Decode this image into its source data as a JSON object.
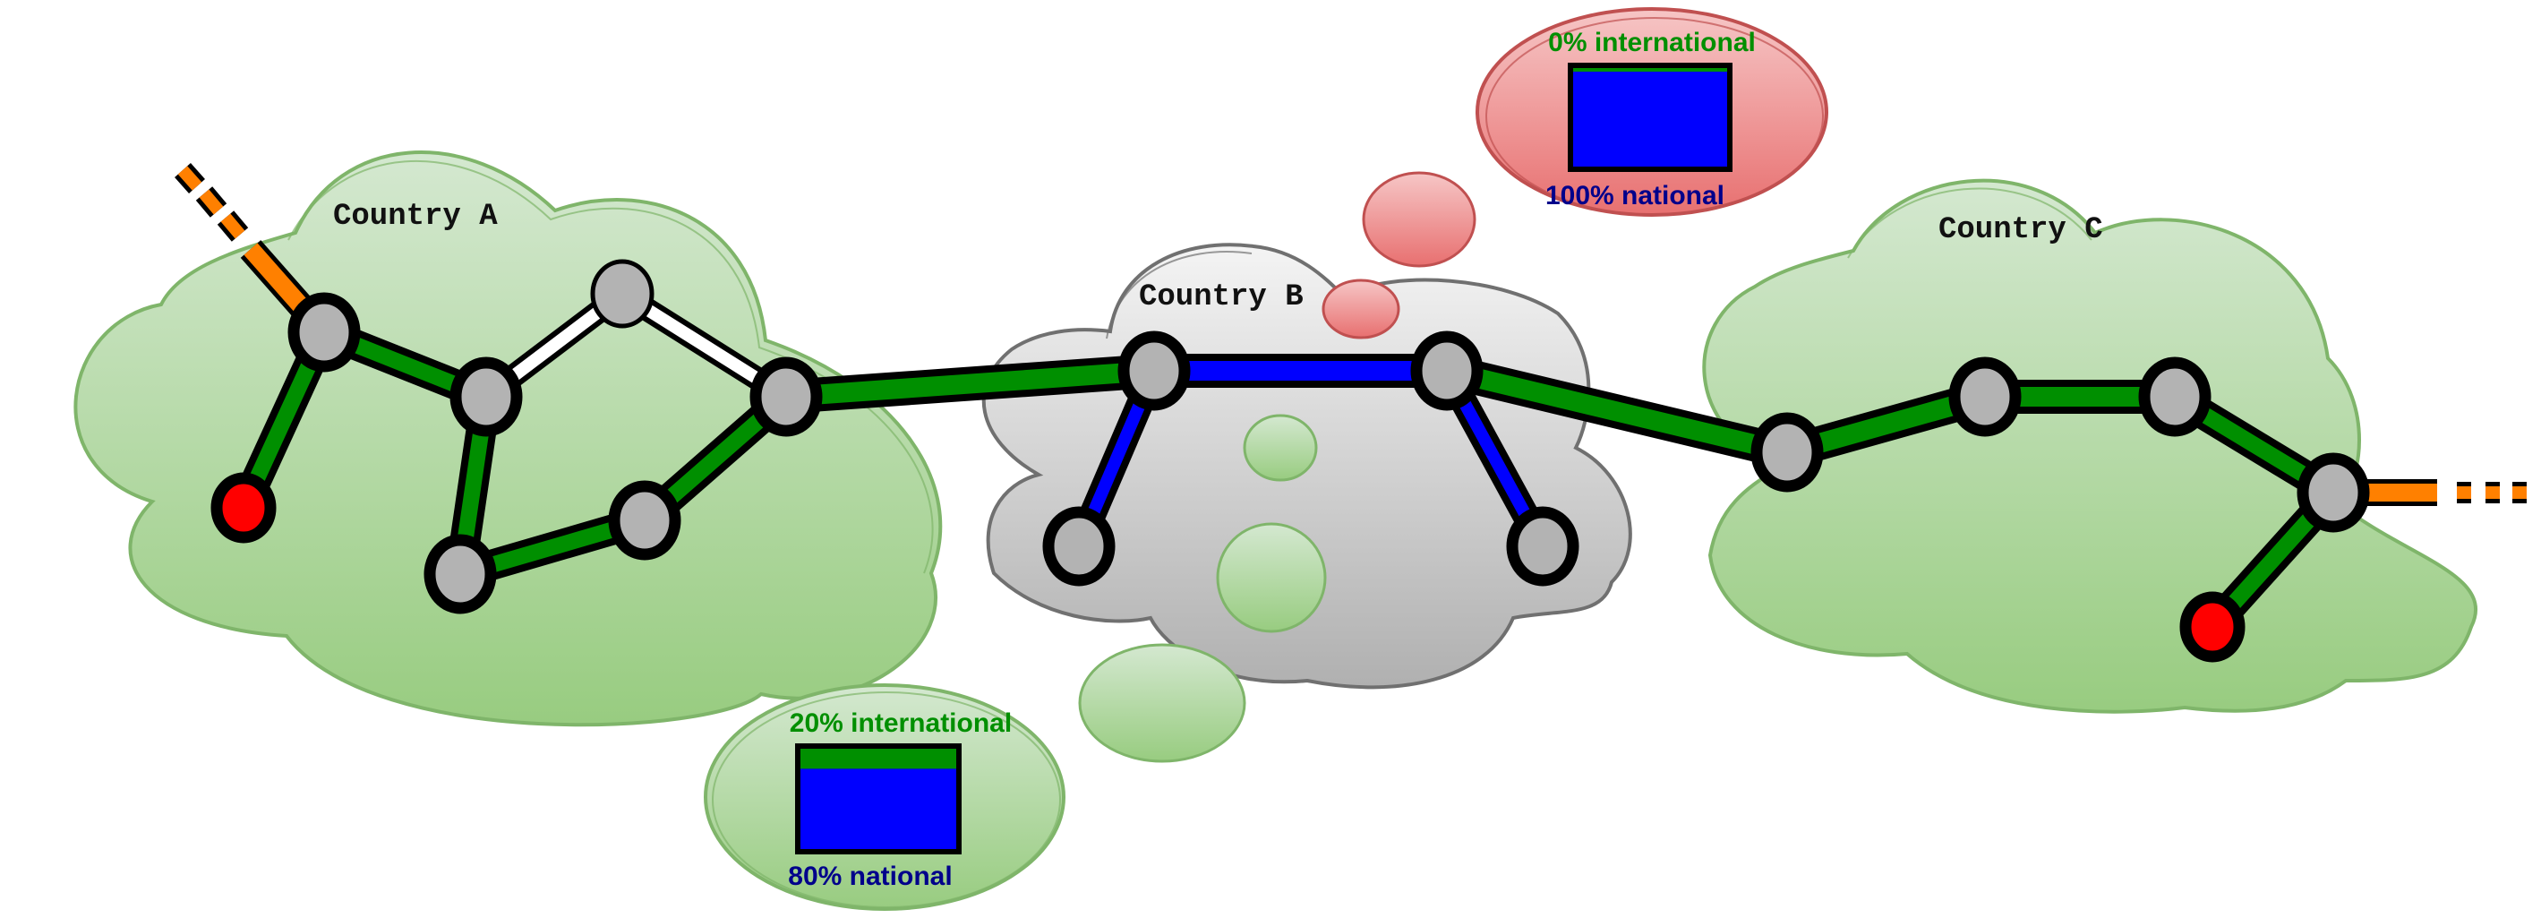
{
  "countries": [
    {
      "id": "A",
      "label": "Country A",
      "color": "#a8d698"
    },
    {
      "id": "B",
      "label": "Country B",
      "color": "#d6d6d6"
    },
    {
      "id": "C",
      "label": "Country C",
      "color": "#a8d698"
    }
  ],
  "link_colors": {
    "international": "#008f00",
    "national": "#0000ff",
    "unused": "#ffffff",
    "external": "#ff8000",
    "outline": "#000000"
  },
  "node_colors": {
    "router": "#b3b3b3",
    "endpoint": "#ff0000"
  },
  "thought_bubbles": [
    {
      "id": "country-a-traffic",
      "bubble_color": "#a8d698",
      "international_label": "20% international",
      "national_label": "80% national",
      "international_pct": 20,
      "national_pct": 80
    },
    {
      "id": "country-b-traffic",
      "bubble_color": "#ee8080",
      "international_label": "0% international",
      "national_label": "100% national",
      "international_pct": 0,
      "national_pct": 100
    }
  ]
}
